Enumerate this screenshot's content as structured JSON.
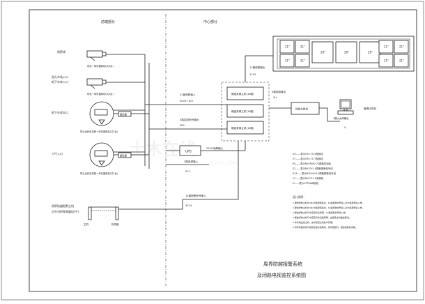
{
  "sections": {
    "front": "前端部分",
    "center": "中心部分"
  },
  "front_labels": {
    "l1": "周界线",
    "l2": "驻扎车场入口",
    "l2b": "地下车库入口",
    "l3": "地下车库出口",
    "l4": "人行入口",
    "l5": "周界防越报警主机",
    "l5b": "红外对射探测器(若干)",
    "cam1": "彩色一体化摄像机(共4台)",
    "cam2": "彩色一体化摄像机(共4台)",
    "cam3": "彩色一体化摄像机(共2台)",
    "cam4": "带云台彩色变焦一体化摄像机(共2台)",
    "cam5": "带云台彩色变焦一体化摄像机(共2台)",
    "dec1": "解码器",
    "dec2": "解码器",
    "alarm": "主机",
    "sensor": "探测器"
  },
  "cables": {
    "video_in": "32路视频输入",
    "video_in_spec": "30V5+3V7",
    "ctrl": "3路控制信号输出",
    "ctrl_spec": "3P4",
    "ups_out": "220V电源输出",
    "power_spec": "5Y1",
    "power_in": "3路电源输入",
    "alarm_in": "14路报警信号输入",
    "alarm_spec": "3E14",
    "monitor_out": "11路视频输出",
    "monitor_spec": "11V5",
    "net_out": "3路网络输出",
    "net_spec": "3U",
    "pc_out": "1路以太网输出",
    "pc_spec": "U"
  },
  "center": {
    "dvr1": "硬盘录像主机(16路)",
    "dvr2": "硬盘录像主机(16路)",
    "dvr3": "硬盘录像主机(16路)",
    "ups": "UPS",
    "switch": "网络交换机",
    "pc": "管理计算机"
  },
  "monitors": [
    "21\"",
    "21\"",
    "21\"",
    "21\"",
    "29\"",
    "29\"",
    "29\"",
    "21\"",
    "21\"",
    "21\"",
    "21\""
  ],
  "legend": [
    "V5——表示SYV-75-5视频线",
    "V7——表示SYV-75-7视频线",
    "P4——表示RVVP4*0.75屏蔽控制线",
    "E2——表示RVV2*1.0屏蔽报警信号线",
    "E14——表示RVV14*0.5屏蔽报警信号线",
    "Y1——表示RVV3*1.5电源线",
    "U——表示UTP5e网络线"
  ],
  "notes": {
    "title": "设计说明：",
    "items": [
      "1.硬盘录像主机共3台16路视频输出，14路报警信号输入及分组报警输入端。",
      "2.硬盘录像主机共3台16路视频输出，14路报警信号输入及分组报警输入端。",
      "3.硬盘录像主机与中控室机房联网，14路报警信号输入端。",
      "4.硬盘录像主机与中控室机房设备联网，由报警主机触发联动。",
      "5.本系统监控主机，由中控室主机集中管理。",
      "6.周界防越系统与视频监控系统联动，周界报警时，相应摄像机录像。"
    ]
  },
  "title": {
    "line1": "周界防越报警系统",
    "line2": "及闭路电视监控系统图"
  },
  "watermark": {
    "text": "土木在线",
    "sub": "COI88.COM"
  }
}
